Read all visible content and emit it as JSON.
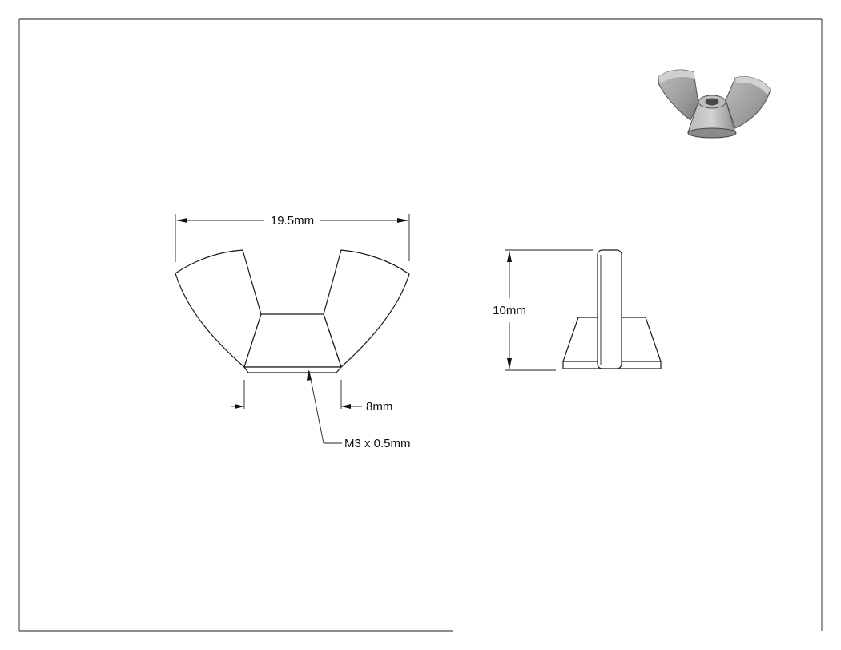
{
  "dimensions": {
    "width": "19.5mm",
    "height": "10mm",
    "hole": "8mm",
    "thread": "M3 x 0.5mm"
  },
  "colors": {
    "line": "#1a1a1a",
    "part_fill": "#ffffff",
    "render_shade": "#9a9a9a",
    "render_light": "#c4c4c4",
    "render_dark": "#6e6e6e"
  }
}
